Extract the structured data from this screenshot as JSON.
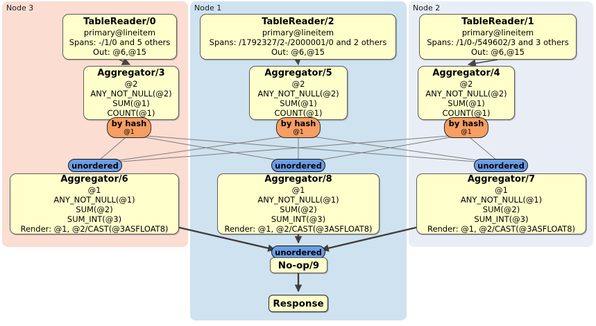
{
  "clusters": {
    "node3": {
      "label": "Node 3"
    },
    "node1": {
      "label": "Node 1"
    },
    "node2": {
      "label": "Node 2"
    }
  },
  "processors": {
    "tr0": {
      "title": "TableReader/0",
      "lines": [
        "primary@lineitem",
        "Spans: -/1/0 and 5 others",
        "Out: @6,@15"
      ]
    },
    "tr2": {
      "title": "TableReader/2",
      "lines": [
        "primary@lineitem",
        "Spans: /1792327/2-/2000001/0 and 2 others",
        "Out: @6,@15"
      ]
    },
    "tr1": {
      "title": "TableReader/1",
      "lines": [
        "primary@lineitem",
        "Spans: /1/0-/549602/3 and 3 others",
        "Out: @6,@15"
      ]
    },
    "agg3": {
      "title": "Aggregator/3",
      "lines": [
        "@2",
        "ANY_NOT_NULL(@2)",
        "SUM(@1)",
        "COUNT(@1)"
      ]
    },
    "agg5": {
      "title": "Aggregator/5",
      "lines": [
        "@2",
        "ANY_NOT_NULL(@2)",
        "SUM(@1)",
        "COUNT(@1)"
      ]
    },
    "agg4": {
      "title": "Aggregator/4",
      "lines": [
        "@2",
        "ANY_NOT_NULL(@2)",
        "SUM(@1)",
        "COUNT(@1)"
      ]
    },
    "agg6": {
      "title": "Aggregator/6",
      "lines": [
        "@1",
        "ANY_NOT_NULL(@1)",
        "SUM(@2)",
        "SUM_INT(@3)",
        "Render: @1, @2/CAST(@3ASFLOAT8)"
      ]
    },
    "agg8": {
      "title": "Aggregator/8",
      "lines": [
        "@1",
        "ANY_NOT_NULL(@1)",
        "SUM(@2)",
        "SUM_INT(@3)",
        "Render: @1, @2/CAST(@3ASFLOAT8)"
      ]
    },
    "agg7": {
      "title": "Aggregator/7",
      "lines": [
        "@1",
        "ANY_NOT_NULL(@1)",
        "SUM(@2)",
        "SUM_INT(@3)",
        "Render: @1, @2/CAST(@3ASFLOAT8)"
      ]
    },
    "noop": {
      "title": "No-op/9"
    },
    "response": {
      "title": "Response"
    }
  },
  "routers": {
    "r3": {
      "label": "by hash",
      "detail": "@1"
    },
    "r5": {
      "label": "by hash",
      "detail": "@1"
    },
    "r4": {
      "label": "by hash",
      "detail": "@1"
    }
  },
  "syncs": {
    "u6": {
      "label": "unordered"
    },
    "u8": {
      "label": "unordered"
    },
    "u7": {
      "label": "unordered"
    },
    "u9": {
      "label": "unordered"
    }
  },
  "colors": {
    "node3-bg": "#fbddd2",
    "node1-bg": "#cfe2ef",
    "node2-bg": "#e9eef6",
    "box-bg": "#ffffcc",
    "box-border": "#5c5c5c",
    "router-bg": "#f79e63",
    "sync-bg": "#6b9de5",
    "edge-thin": "#7b7b7b",
    "edge-thick": "#3e3e3e"
  }
}
